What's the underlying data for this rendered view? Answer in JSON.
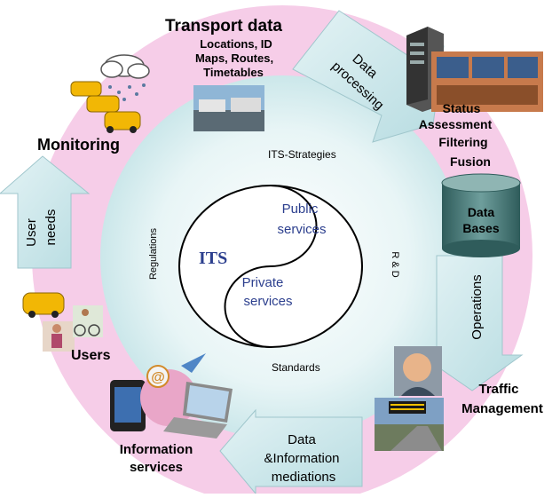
{
  "colors": {
    "ring": "#f6cde8",
    "inner_disc": "#dff1f3",
    "arrow": "#c9e4e8",
    "arrow_edge": "#9fc6cc",
    "cylinder": "#4e7e7d",
    "yinyang_text": "#2c3f8e"
  },
  "yinyang": {
    "center": "ITS",
    "top": [
      "Public",
      "services"
    ],
    "bottom": [
      "Private",
      "services"
    ]
  },
  "inner_ring": {
    "top": "ITS-Strategies",
    "bottom": "Standards",
    "left": "Regulations",
    "right": "R & D"
  },
  "stages": {
    "transport": {
      "title": "Transport data",
      "details": [
        "Locations, ID",
        "Maps, Routes,",
        "Timetables"
      ]
    },
    "data_processing": [
      "Data",
      "processing"
    ],
    "status": [
      "Status",
      "Assessment",
      "Filtering",
      "Fusion"
    ],
    "databases": [
      "Data",
      "Bases"
    ],
    "operations": "Operations",
    "traffic": [
      "Traffic",
      "Management"
    ],
    "mediations": [
      "Data",
      "&Information",
      "mediations"
    ],
    "information": [
      "Information",
      "services"
    ],
    "users": "Users",
    "user_needs": [
      "User",
      "needs"
    ],
    "monitoring": "Monitoring"
  },
  "icons": {
    "taxis": "yellow-taxis-icon",
    "cloud": "rain-cloud-icon",
    "station": "transport-station-photo-icon",
    "server": "computer-server-icon",
    "control_room": "control-room-photo-icon",
    "cylinder": "database-cylinder-icon",
    "operator": "operator-headset-photo-icon",
    "sign": "road-sign-photo-icon",
    "highway": "highway-photo-icon",
    "phone": "mobile-phone-icon",
    "laptop": "laptop-icon",
    "email": "email-at-icon",
    "people": "travelers-icon"
  }
}
